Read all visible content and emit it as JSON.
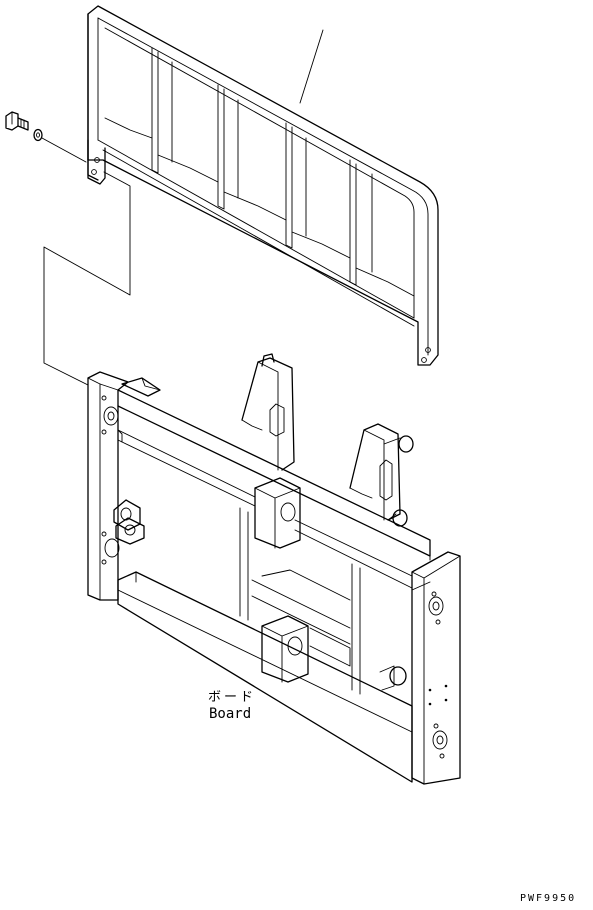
{
  "labels": {
    "part_name_jp": "ボード",
    "part_name_en": "Board",
    "drawing_code": "PWF9950"
  },
  "parts": {
    "board_panel": "board-backrest",
    "bolt": "hex-bolt",
    "washer": "washer",
    "carriage": "fork-carriage-frame"
  }
}
